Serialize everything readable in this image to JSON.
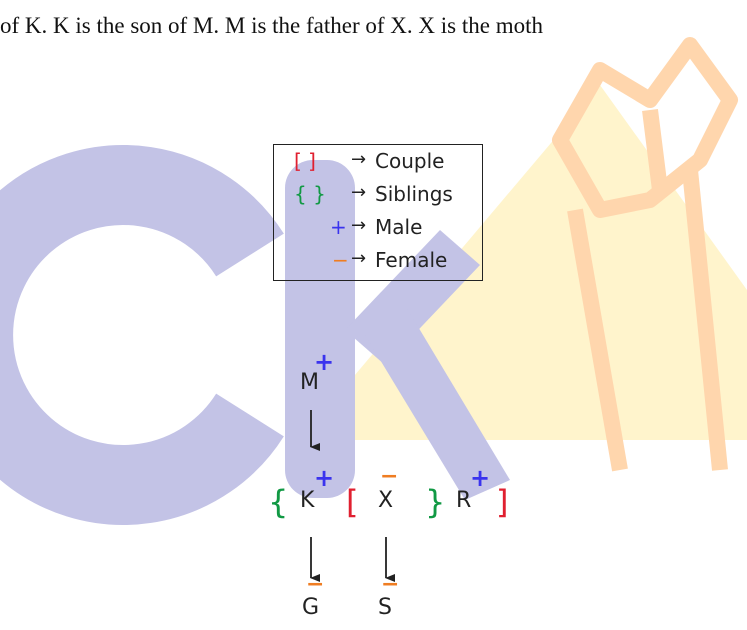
{
  "question": {
    "text": "of K. K is the son of M. M is the father of X. X is the moth"
  },
  "colors": {
    "couple": "#e02030",
    "siblings": "#119944",
    "male": "#3a33ee",
    "female": "#ef7d22",
    "watermark_blue": "#c3c3e6",
    "watermark_yellow": "#fff4cc",
    "watermark_orange": "#ffd8b0"
  },
  "legend": {
    "couple_symbol": "[ ]",
    "couple_label": "Couple",
    "siblings_symbol": "{ }",
    "siblings_label": "Siblings",
    "male_symbol": "+",
    "male_label": "Male",
    "female_symbol": "−",
    "female_label": "Female",
    "arrow": "→"
  },
  "tree": {
    "m": {
      "label": "M",
      "gender": "male"
    },
    "k": {
      "label": "K",
      "gender": "male"
    },
    "x": {
      "label": "X",
      "gender": "female"
    },
    "r": {
      "label": "R",
      "gender": "male"
    },
    "g": {
      "label": "G",
      "gender": "female"
    },
    "s": {
      "label": "S",
      "gender": "female"
    },
    "plus": "+",
    "minus": "−",
    "sibling_open": "{",
    "sibling_close": "}",
    "couple_open": "[",
    "couple_close": "]"
  }
}
